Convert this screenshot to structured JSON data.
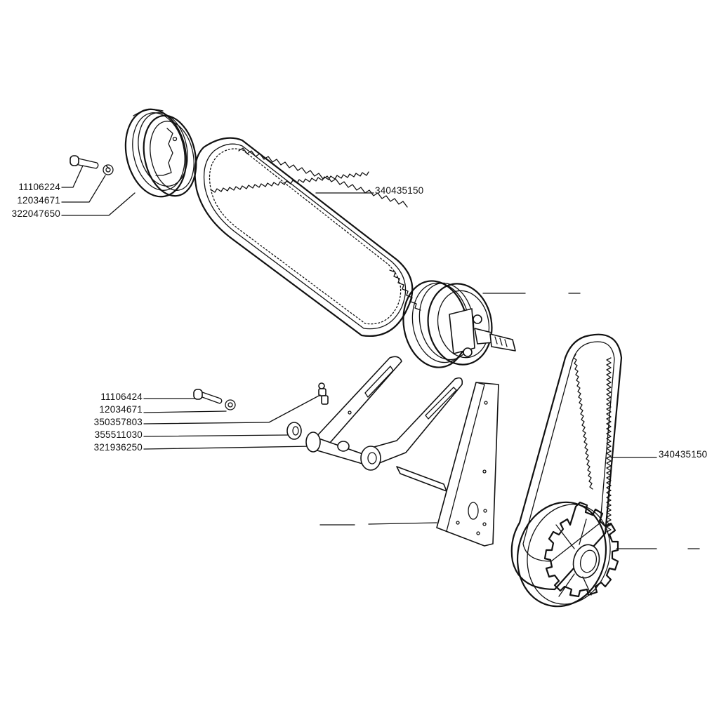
{
  "diagram": {
    "type": "exploded-parts-diagram",
    "subject": "belt drive assembly with pulleys, belts and tensioner arm",
    "background": "#ffffff",
    "line_color": "#111111"
  },
  "labels": {
    "group_left_top": [
      {
        "part_no": "11106224",
        "refers_to": "bolt"
      },
      {
        "part_no": "12034671",
        "refers_to": "lock washer"
      },
      {
        "part_no": "322047650",
        "refers_to": "pulley"
      }
    ],
    "belt_upper": {
      "part_no": "340435150",
      "refers_to": "toothed belt (upper)"
    },
    "group_left_middle": [
      {
        "part_no": "11106424",
        "refers_to": "bolt"
      },
      {
        "part_no": "12034671",
        "refers_to": "lock washer"
      },
      {
        "part_no": "350357803",
        "refers_to": "grease nipple"
      },
      {
        "part_no": "355511030",
        "refers_to": "flat washer"
      },
      {
        "part_no": "321936250",
        "refers_to": "tensioner arm"
      }
    ],
    "belt_lower": {
      "part_no": "340435150",
      "refers_to": "toothed belt (lower)"
    },
    "unlabeled_leaders": [
      {
        "refers_to": "drive pulley with shaft",
        "text": "—"
      },
      {
        "refers_to": "mounting bracket plate",
        "text": "—"
      },
      {
        "refers_to": "toothed sprocket pulley",
        "text": "—"
      }
    ]
  }
}
